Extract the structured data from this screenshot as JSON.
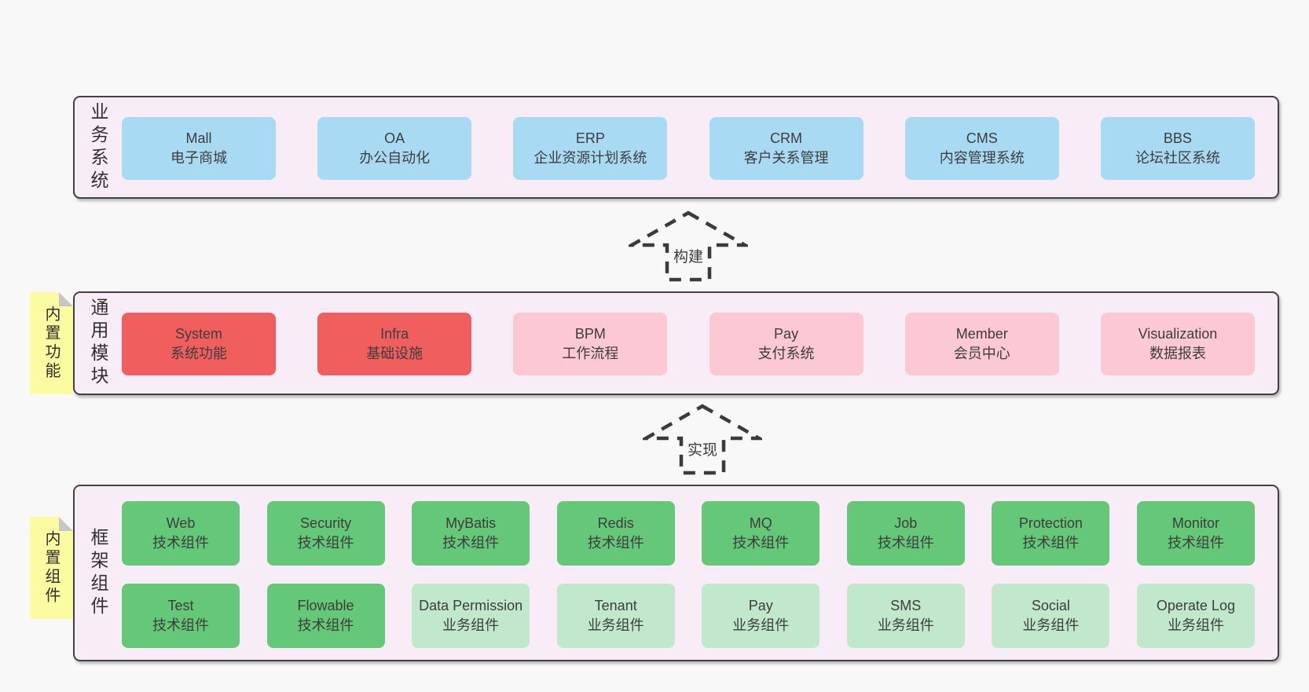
{
  "colors": {
    "page_bg": "#f8f8f8",
    "layer_bg": "#f8edf6",
    "layer_border": "#424242",
    "business_box": "#a9daf3",
    "core_module_box": "#f15e5e",
    "planned_module_box": "#fbc8d3",
    "tech_component_box": "#64c878",
    "biz_component_box": "#c2e8cc",
    "sticky_tab": "#fbfba2",
    "text": "#3d3d3d"
  },
  "arrows": {
    "build": "构建",
    "implement": "实现"
  },
  "layers": {
    "business": {
      "title": "业务系统",
      "items": [
        {
          "name": "Mall",
          "desc": "电子商城"
        },
        {
          "name": "OA",
          "desc": "办公自动化"
        },
        {
          "name": "ERP",
          "desc": "企业资源计划系统"
        },
        {
          "name": "CRM",
          "desc": "客户关系管理"
        },
        {
          "name": "CMS",
          "desc": "内容管理系统"
        },
        {
          "name": "BBS",
          "desc": "论坛社区系统"
        }
      ]
    },
    "common": {
      "title": "通用模块",
      "tab": "内置功能",
      "items": [
        {
          "name": "System",
          "desc": "系统功能",
          "variant": "red"
        },
        {
          "name": "Infra",
          "desc": "基础设施",
          "variant": "red"
        },
        {
          "name": "BPM",
          "desc": "工作流程",
          "variant": "pink"
        },
        {
          "name": "Pay",
          "desc": "支付系统",
          "variant": "pink"
        },
        {
          "name": "Member",
          "desc": "会员中心",
          "variant": "pink"
        },
        {
          "name": "Visualization",
          "desc": "数据报表",
          "variant": "pink"
        }
      ]
    },
    "framework": {
      "title": "框架组件",
      "tab": "内置组件",
      "rows": [
        [
          {
            "name": "Web",
            "desc": "技术组件",
            "variant": "green"
          },
          {
            "name": "Security",
            "desc": "技术组件",
            "variant": "green"
          },
          {
            "name": "MyBatis",
            "desc": "技术组件",
            "variant": "green"
          },
          {
            "name": "Redis",
            "desc": "技术组件",
            "variant": "green"
          },
          {
            "name": "MQ",
            "desc": "技术组件",
            "variant": "green"
          },
          {
            "name": "Job",
            "desc": "技术组件",
            "variant": "green"
          },
          {
            "name": "Protection",
            "desc": "技术组件",
            "variant": "green"
          },
          {
            "name": "Monitor",
            "desc": "技术组件",
            "variant": "green"
          }
        ],
        [
          {
            "name": "Test",
            "desc": "技术组件",
            "variant": "green"
          },
          {
            "name": "Flowable",
            "desc": "技术组件",
            "variant": "green"
          },
          {
            "name": "Data Permission",
            "desc": "业务组件",
            "variant": "lightgreen"
          },
          {
            "name": "Tenant",
            "desc": "业务组件",
            "variant": "lightgreen"
          },
          {
            "name": "Pay",
            "desc": "业务组件",
            "variant": "lightgreen"
          },
          {
            "name": "SMS",
            "desc": "业务组件",
            "variant": "lightgreen"
          },
          {
            "name": "Social",
            "desc": "业务组件",
            "variant": "lightgreen"
          },
          {
            "name": "Operate Log",
            "desc": "业务组件",
            "variant": "lightgreen"
          }
        ]
      ]
    }
  }
}
